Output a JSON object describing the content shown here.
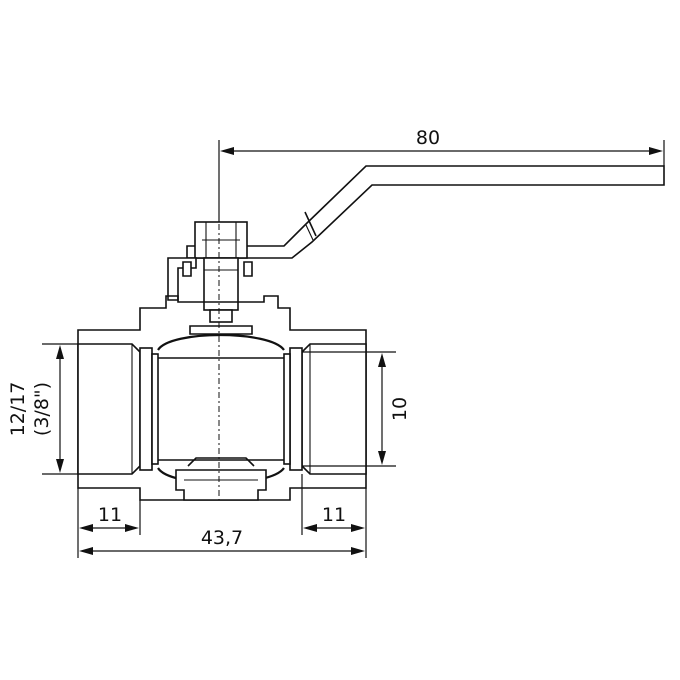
{
  "dimensions": {
    "handle_length": "80",
    "body_length": "43,7",
    "thread_left": "11",
    "thread_right": "11",
    "bore": "10",
    "size_mm": "12/17",
    "size_inch": "(3/8\")"
  },
  "colors": {
    "ink": "#111111",
    "background": "#ffffff"
  }
}
